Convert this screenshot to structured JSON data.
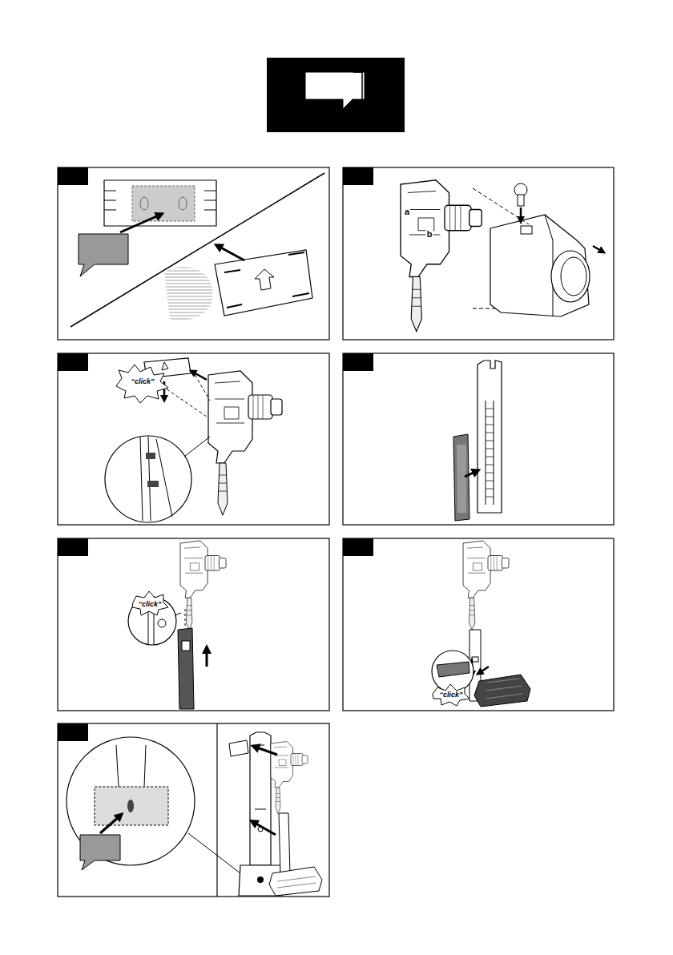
{
  "diagram": {
    "labels": [
      "a",
      "b",
      "“click”",
      "“click”",
      "“click”"
    ]
  }
}
